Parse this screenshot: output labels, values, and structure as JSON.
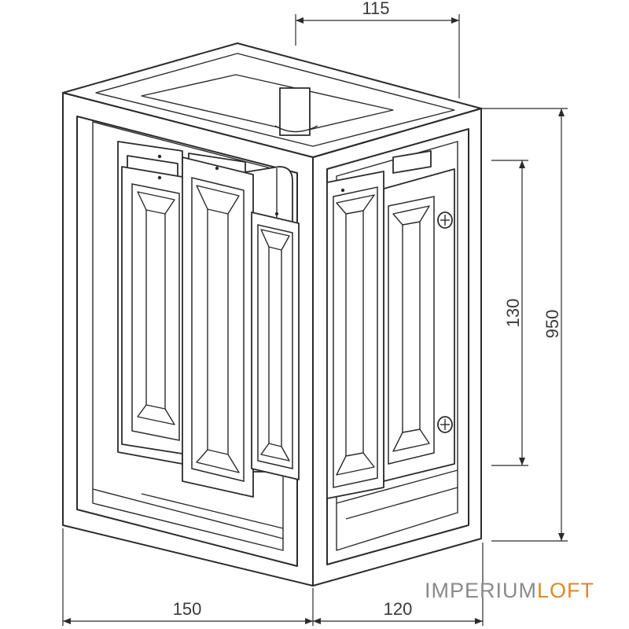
{
  "dimensions": {
    "top_width": "115",
    "inner_height": "130",
    "total_height": "950",
    "front_width": "150",
    "side_depth": "120"
  },
  "brand": {
    "part1": "IMPERIUM",
    "part2": "LOFT",
    "accent_color": "#e0892b",
    "text_color": "#8a8a8a"
  },
  "colors": {
    "line": "#2b2b2b",
    "background": "#ffffff"
  }
}
